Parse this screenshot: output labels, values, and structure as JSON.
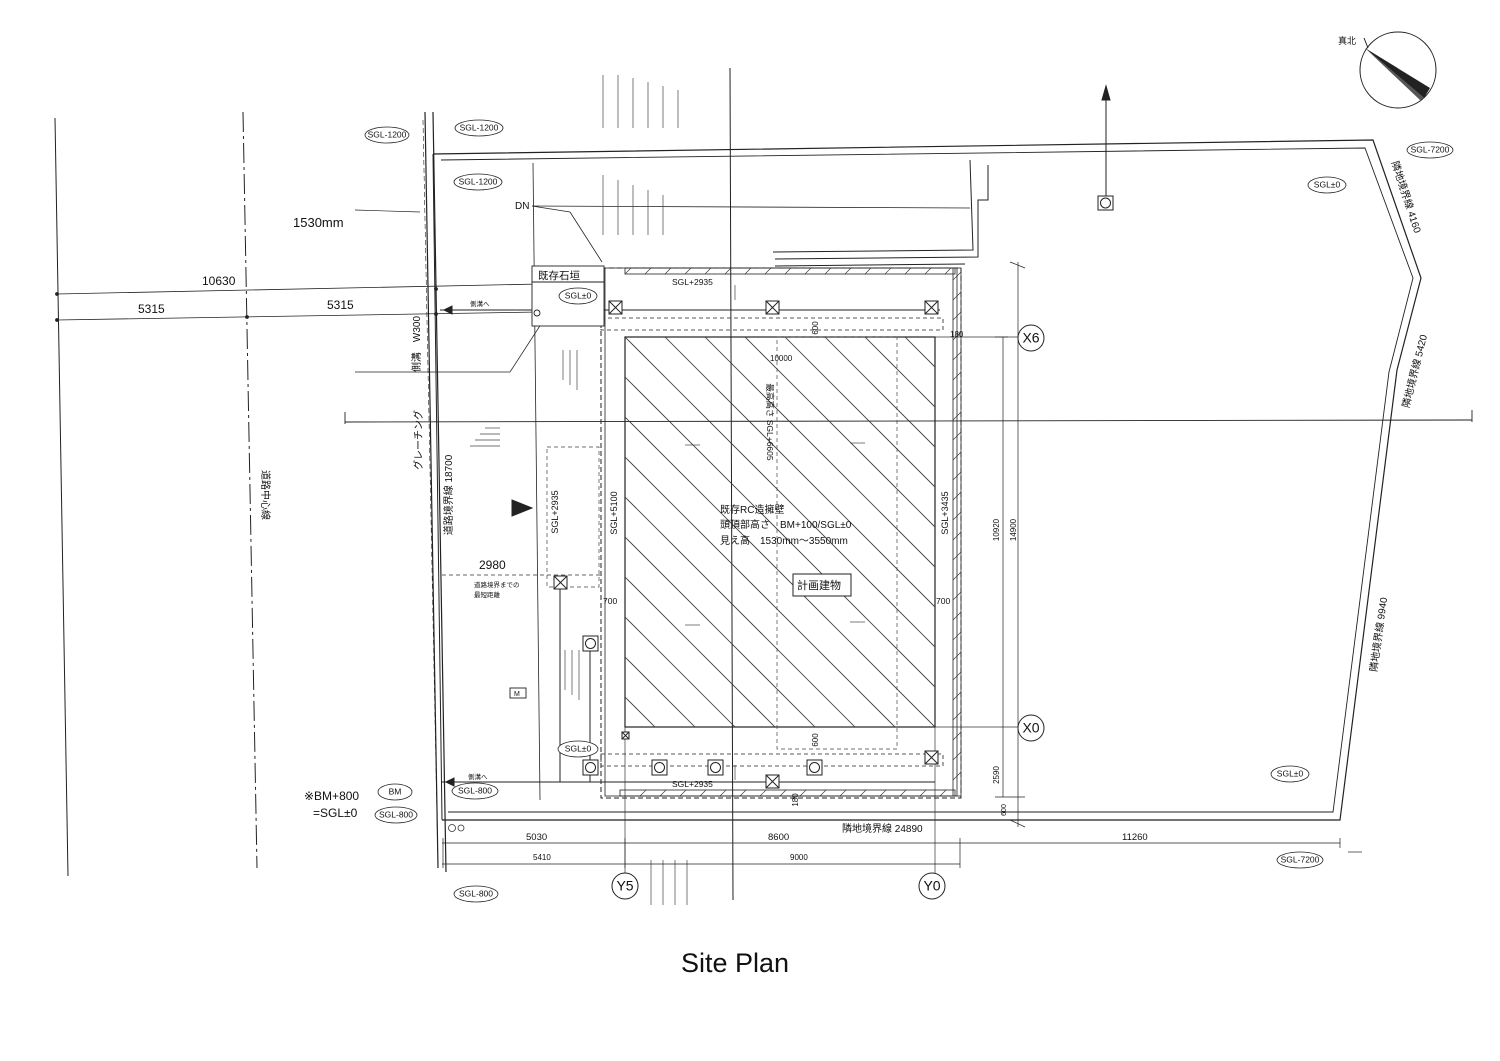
{
  "sheet": {
    "title": "Site Plan",
    "north_label": "真北"
  },
  "grid": {
    "x6": "X6",
    "x0": "X0",
    "y5": "Y5",
    "y0": "Y0"
  },
  "levels": {
    "road_left": "SGL-1200",
    "road_top": "SGL-1200",
    "road_top2": "SGL-1200",
    "top_right": "SGL-7200",
    "upper_right_inner": "SGL±0",
    "stone_wall": "SGL±0",
    "lower_left_inner": "SGL±0",
    "lower_right_inner": "SGL±0",
    "bottom_left": "SGL-800",
    "bottom_left2": "SGL-800",
    "bottom_road": "SGL-800",
    "bottom_right": "SGL-7200",
    "bm": "BM"
  },
  "labels": {
    "dn": "DN",
    "height_1530": "1530mm",
    "existing_stone_wall": "既存石垣",
    "side_ditch_arrow_top": "側溝へ",
    "side_ditch_arrow_bottom": "側溝へ",
    "side_ditch": "側溝　W300",
    "grating": "グレーチング",
    "road_centerline": "道路中心線",
    "road_boundary": "道路境界線 18700",
    "shortest_to_road": "道路境界までの",
    "shortest_to_road2": "最短距離",
    "manhole": "M",
    "planned_building": "計画建物",
    "retaining_note1": "既存RC造擁壁",
    "retaining_note2": "頭頂部高さ　BM+100/SGL±0",
    "retaining_note3": "見え高　1530mm〜3550mm",
    "building_height": "最高高さ SGL+6605",
    "sgl_2935_top": "SGL+2935",
    "sgl_2935_bottom": "SGL+2935",
    "sgl_2935_left": "SGL+2935",
    "sgl_5100": "SGL+5100",
    "sgl_3435": "SGL+3435",
    "bm_note1": "※BM+800",
    "bm_note2": "=SGL±0",
    "neighbor_4160": "隣地境界線 4160",
    "neighbor_5420": "隣地境界線 5420",
    "neighbor_9940": "隣地境界線 9940",
    "neighbor_24890": "隣地境界線 24890"
  },
  "dimensions": {
    "d10630": "10630",
    "d5315a": "5315",
    "d5315b": "5315",
    "d10000": "10000",
    "d600_top": "600",
    "d180_top": "180",
    "d600_bottom": "600",
    "d180_bottom": "180",
    "d700_left": "700",
    "d700_right": "700",
    "d2980": "2980",
    "d10920": "10920",
    "d14900": "14900",
    "d2590": "2590",
    "d600_side": "600",
    "d5030": "5030",
    "d8600": "8600",
    "d11260": "11260",
    "d5410": "5410",
    "d9000": "9000"
  }
}
